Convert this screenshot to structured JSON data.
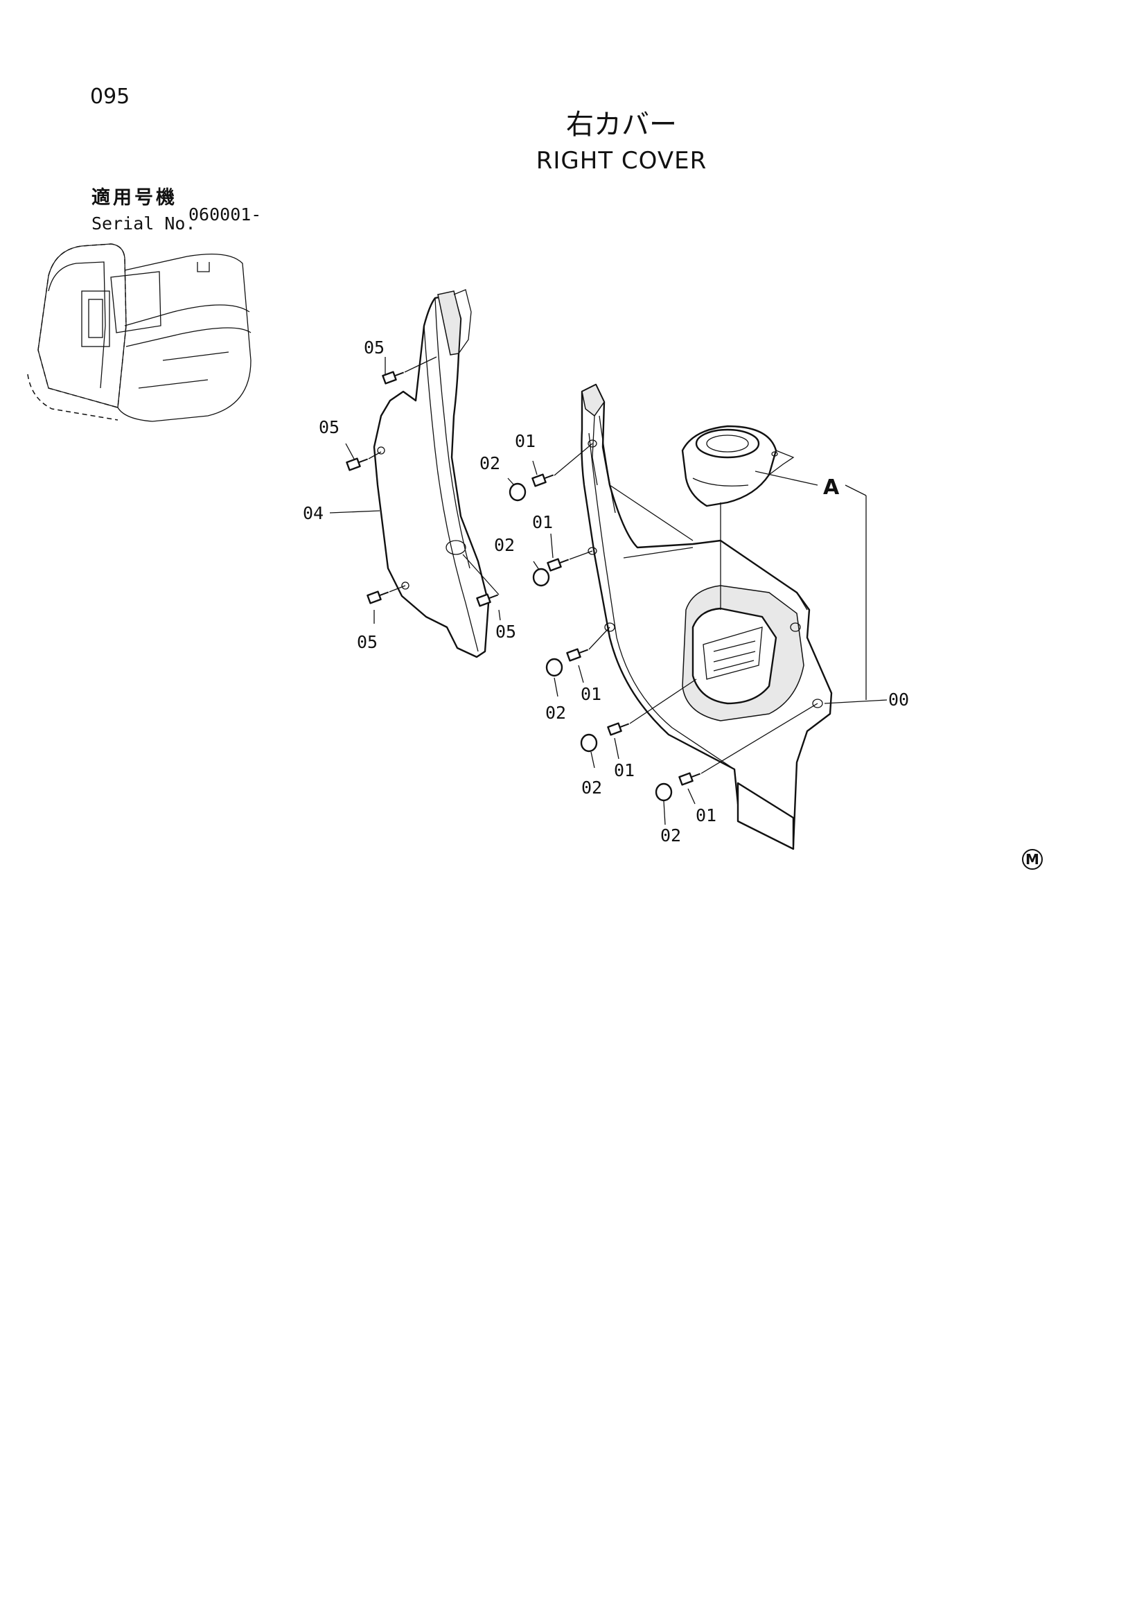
{
  "page_number": "095",
  "title_jp": "右カバー",
  "title_en": "RIGHT COVER",
  "serial": {
    "label_jp": "適用号機",
    "label_en": "Serial No.",
    "value": "060001-"
  },
  "reference_label": "A",
  "corner_mark": "M",
  "part_labels": {
    "p05_top": "05",
    "p05_left": "05",
    "p04": "04",
    "p05_bottom_left": "05",
    "p05_bottom_right": "05",
    "p01_a": "01",
    "p02_a": "02",
    "p01_b": "01",
    "p02_b": "02",
    "p01_c": "01",
    "p02_c": "02",
    "p01_d": "01",
    "p02_d": "02",
    "p01_e": "01",
    "p02_e": "02",
    "p00": "00"
  }
}
